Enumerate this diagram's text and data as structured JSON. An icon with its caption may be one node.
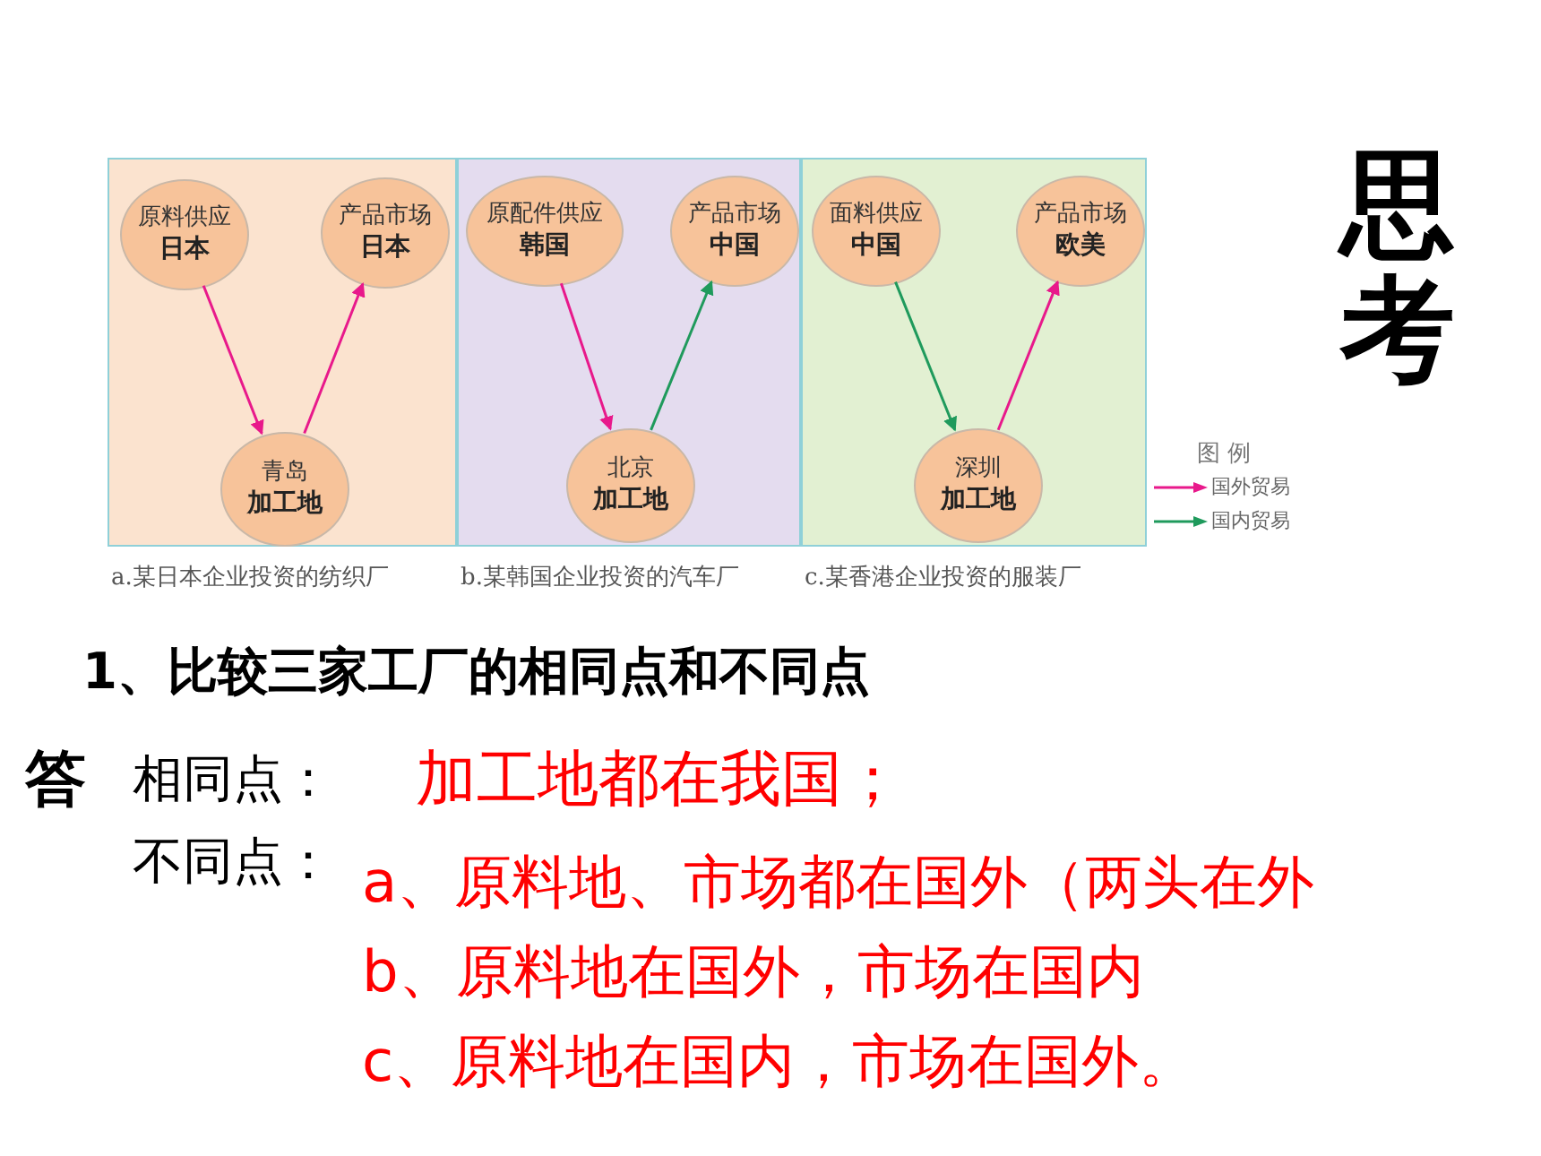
{
  "diagram": {
    "title": "思考",
    "nodes": [
      {
        "text": [],
        "shape": "box",
        "beside": [
          "a.某日本企业投资的纺织厂"
        ]
      },
      {
        "text": [
          "原料供应",
          "日本"
        ],
        "in": 0
      },
      {
        "text": [
          "产品市场",
          "日本"
        ],
        "in": 0
      },
      {
        "text": [
          "青岛",
          "加工地"
        ],
        "in": 0
      },
      {
        "text": [],
        "shape": "box",
        "beside": [
          "b.某韩国企业投资的汽车厂"
        ]
      },
      {
        "text": [
          "原配件供应",
          "韩国"
        ],
        "in": 4
      },
      {
        "text": [
          "产品市场",
          "中国"
        ],
        "in": 4
      },
      {
        "text": [
          "北京",
          "加工地"
        ],
        "in": 4
      },
      {
        "text": [],
        "shape": "box",
        "beside": [
          "c.某香港企业投资的服装厂"
        ]
      },
      {
        "text": [
          "面料供应",
          "中国"
        ],
        "in": 8
      },
      {
        "text": [
          "产品市场",
          "欧美"
        ],
        "in": 8
      },
      {
        "text": [
          "深圳",
          "加工地"
        ],
        "in": 8
      }
    ],
    "edges": [
      {
        "from": 1,
        "to": 3,
        "arrow": "to"
      },
      {
        "from": 3,
        "to": 2,
        "arrow": "to"
      },
      {
        "from": 5,
        "to": 7,
        "arrow": "to"
      },
      {
        "from": 7,
        "to": 6,
        "arrow": "to",
        "color": "#1f9a5c"
      },
      {
        "from": 9,
        "to": 11,
        "arrow": "to",
        "color": "#1f9a5c"
      },
      {
        "from": 11,
        "to": 10,
        "arrow": "to"
      }
    ],
    "labels": [
      "图 例",
      "1、比较三家工厂的相同点和不同点",
      "答",
      "相同点：",
      "加工地都在我国；",
      "不同点：",
      "a、原料地、市场都在国外（两头在外",
      "b、原料地在国外，市场在国内",
      "c、原料地在国内，市场在国外。"
    ],
    "legend": [
      {
        "text": "国外贸易",
        "color": "#e8198b"
      },
      {
        "text": "国内贸易",
        "color": "#1f9a5c"
      }
    ]
  }
}
